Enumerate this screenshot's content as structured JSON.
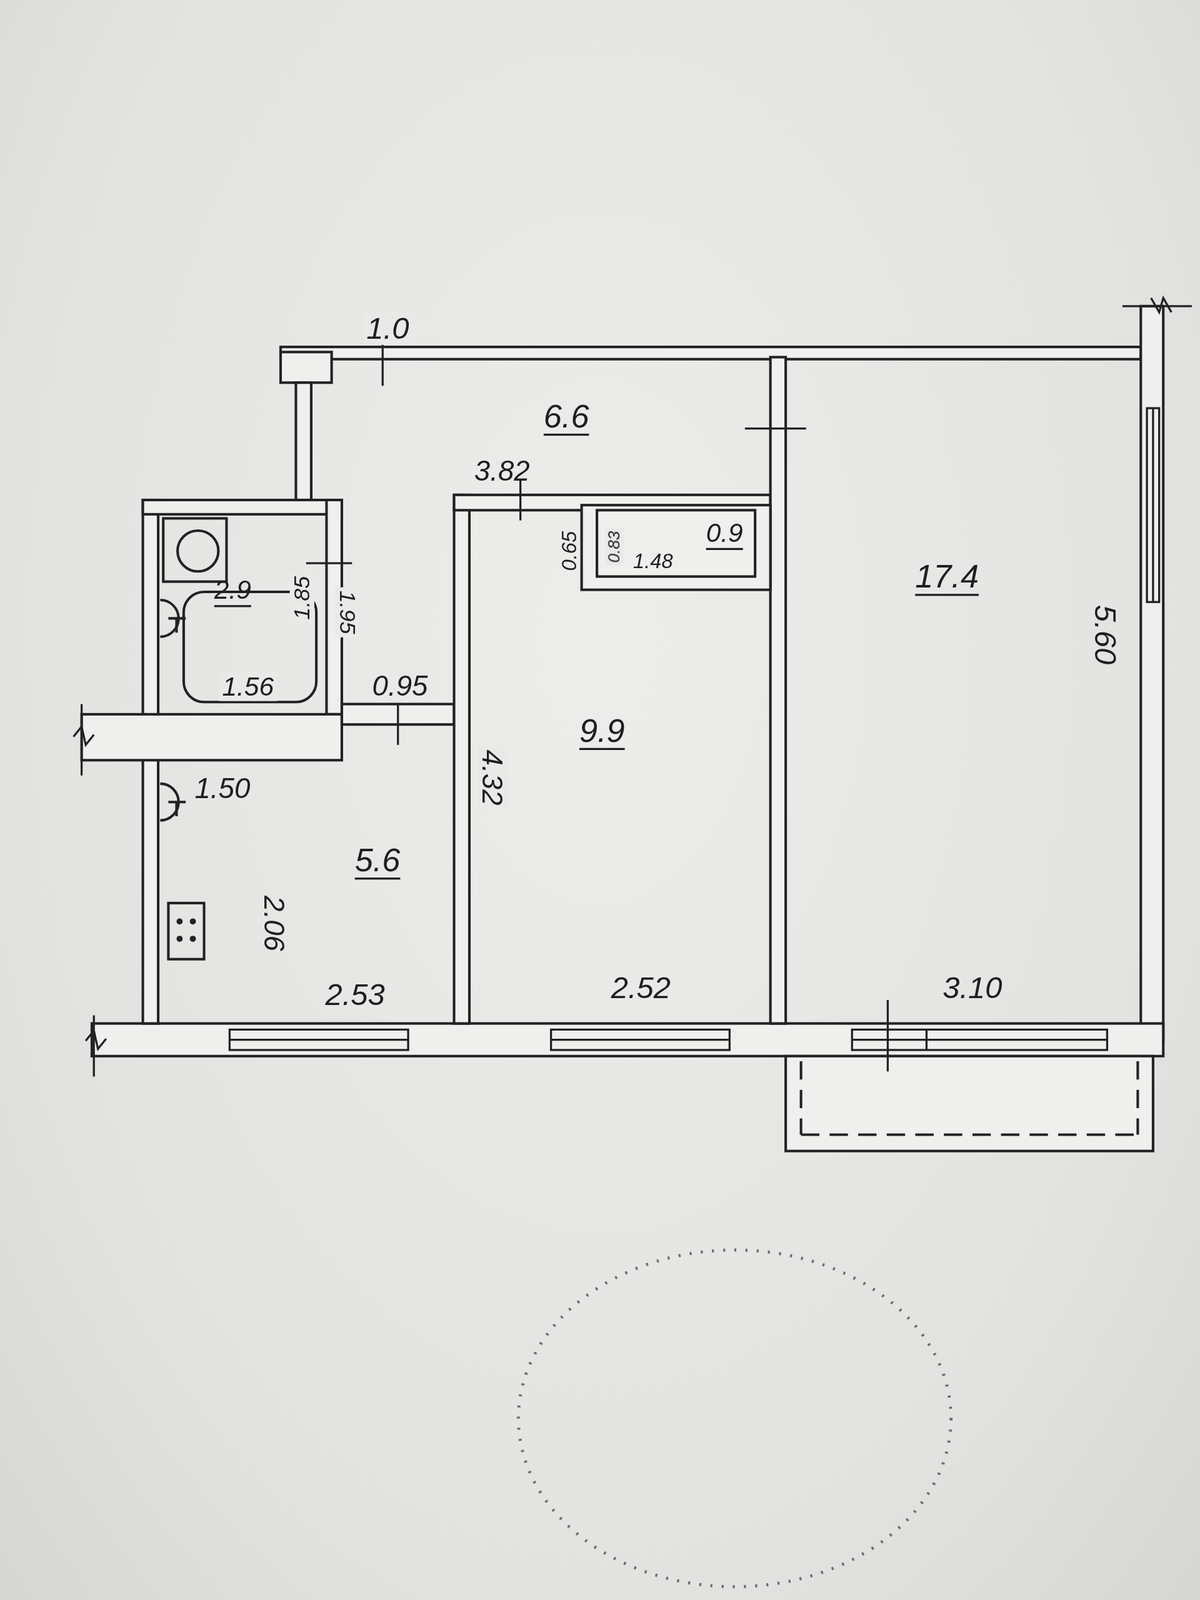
{
  "diagram": {
    "labels": [
      "1.0",
      "6.6",
      "3.82",
      "0.65",
      "0.83",
      "1.48",
      "0.9",
      "17.4",
      "5.60",
      "2.9",
      "1.85",
      "1.95",
      "1.56",
      "0.95",
      "1.50",
      "9.9",
      "4.32",
      "5.6",
      "2.06",
      "2.53",
      "2.52",
      "3.10"
    ]
  }
}
